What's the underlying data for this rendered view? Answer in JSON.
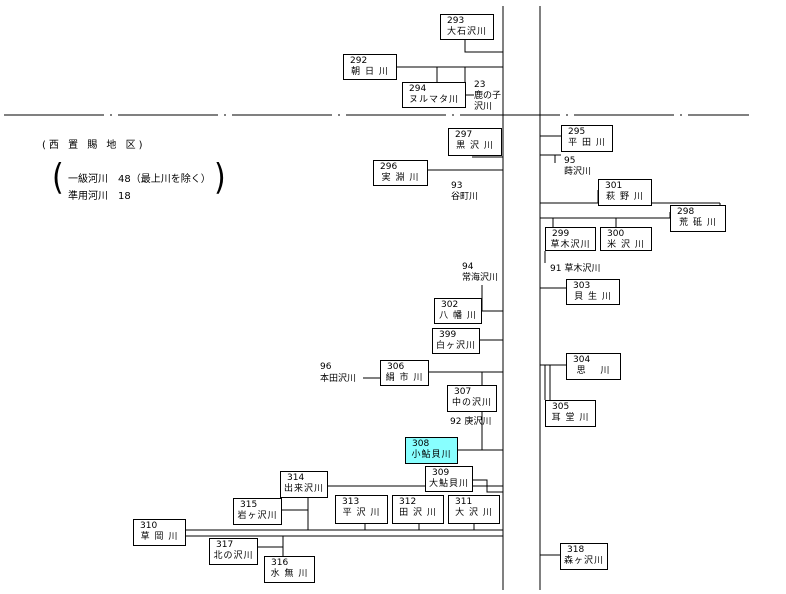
{
  "legend": {
    "title": "(西 置 賜 地 区)",
    "row1": "一級河川　48（最上川を除く）",
    "row2": "準用河川　18"
  },
  "nodes": {
    "n293": {
      "num": "293",
      "name": "大石沢川"
    },
    "n292": {
      "num": "292",
      "name": "朝 日 川"
    },
    "n294": {
      "num": "294",
      "name": "ヌルマタ川"
    },
    "n297": {
      "num": "297",
      "name": "黒 沢 川"
    },
    "n296": {
      "num": "296",
      "name": "実 淵 川"
    },
    "n302": {
      "num": "302",
      "name": "八 幡 川"
    },
    "n399": {
      "num": "399",
      "name": "白ヶ沢川"
    },
    "n306": {
      "num": "306",
      "name": "絹 市 川"
    },
    "n307": {
      "num": "307",
      "name": "中の沢川"
    },
    "n308": {
      "num": "308",
      "name": "小鮎貝川"
    },
    "n309": {
      "num": "309",
      "name": "大鮎貝川"
    },
    "n314": {
      "num": "314",
      "name": "出来沢川"
    },
    "n315": {
      "num": "315",
      "name": "岩ヶ沢川"
    },
    "n313": {
      "num": "313",
      "name": "平 沢 川"
    },
    "n312": {
      "num": "312",
      "name": "田 沢 川"
    },
    "n311": {
      "num": "311",
      "name": "大 沢 川"
    },
    "n310": {
      "num": "310",
      "name": "草 岡 川"
    },
    "n317": {
      "num": "317",
      "name": "北の沢川"
    },
    "n316": {
      "num": "316",
      "name": "水 無 川"
    },
    "n295": {
      "num": "295",
      "name": "平 田 川"
    },
    "n301": {
      "num": "301",
      "name": "萩 野 川"
    },
    "n298": {
      "num": "298",
      "name": "荒 砥 川"
    },
    "n299": {
      "num": "299",
      "name": "草木沢川"
    },
    "n300": {
      "num": "300",
      "name": "米 沢 川"
    },
    "n303": {
      "num": "303",
      "name": "貝 生 川"
    },
    "n304": {
      "num": "304",
      "name": "思　 川"
    },
    "n305": {
      "num": "305",
      "name": "耳 堂 川"
    },
    "n318": {
      "num": "318",
      "name": "森ヶ沢川"
    }
  },
  "labels": {
    "l23": "23",
    "l23a": "鹿の子",
    "l23b": "沢川",
    "l93": "93",
    "l93a": "谷町川",
    "l94": "94",
    "l94a": "常海沢川",
    "l96": "96",
    "l96a": "本田沢川",
    "l92": "92 庚沢川",
    "l95": "95",
    "l95a": "蒔沢川",
    "l91": "91 草木沢川"
  }
}
